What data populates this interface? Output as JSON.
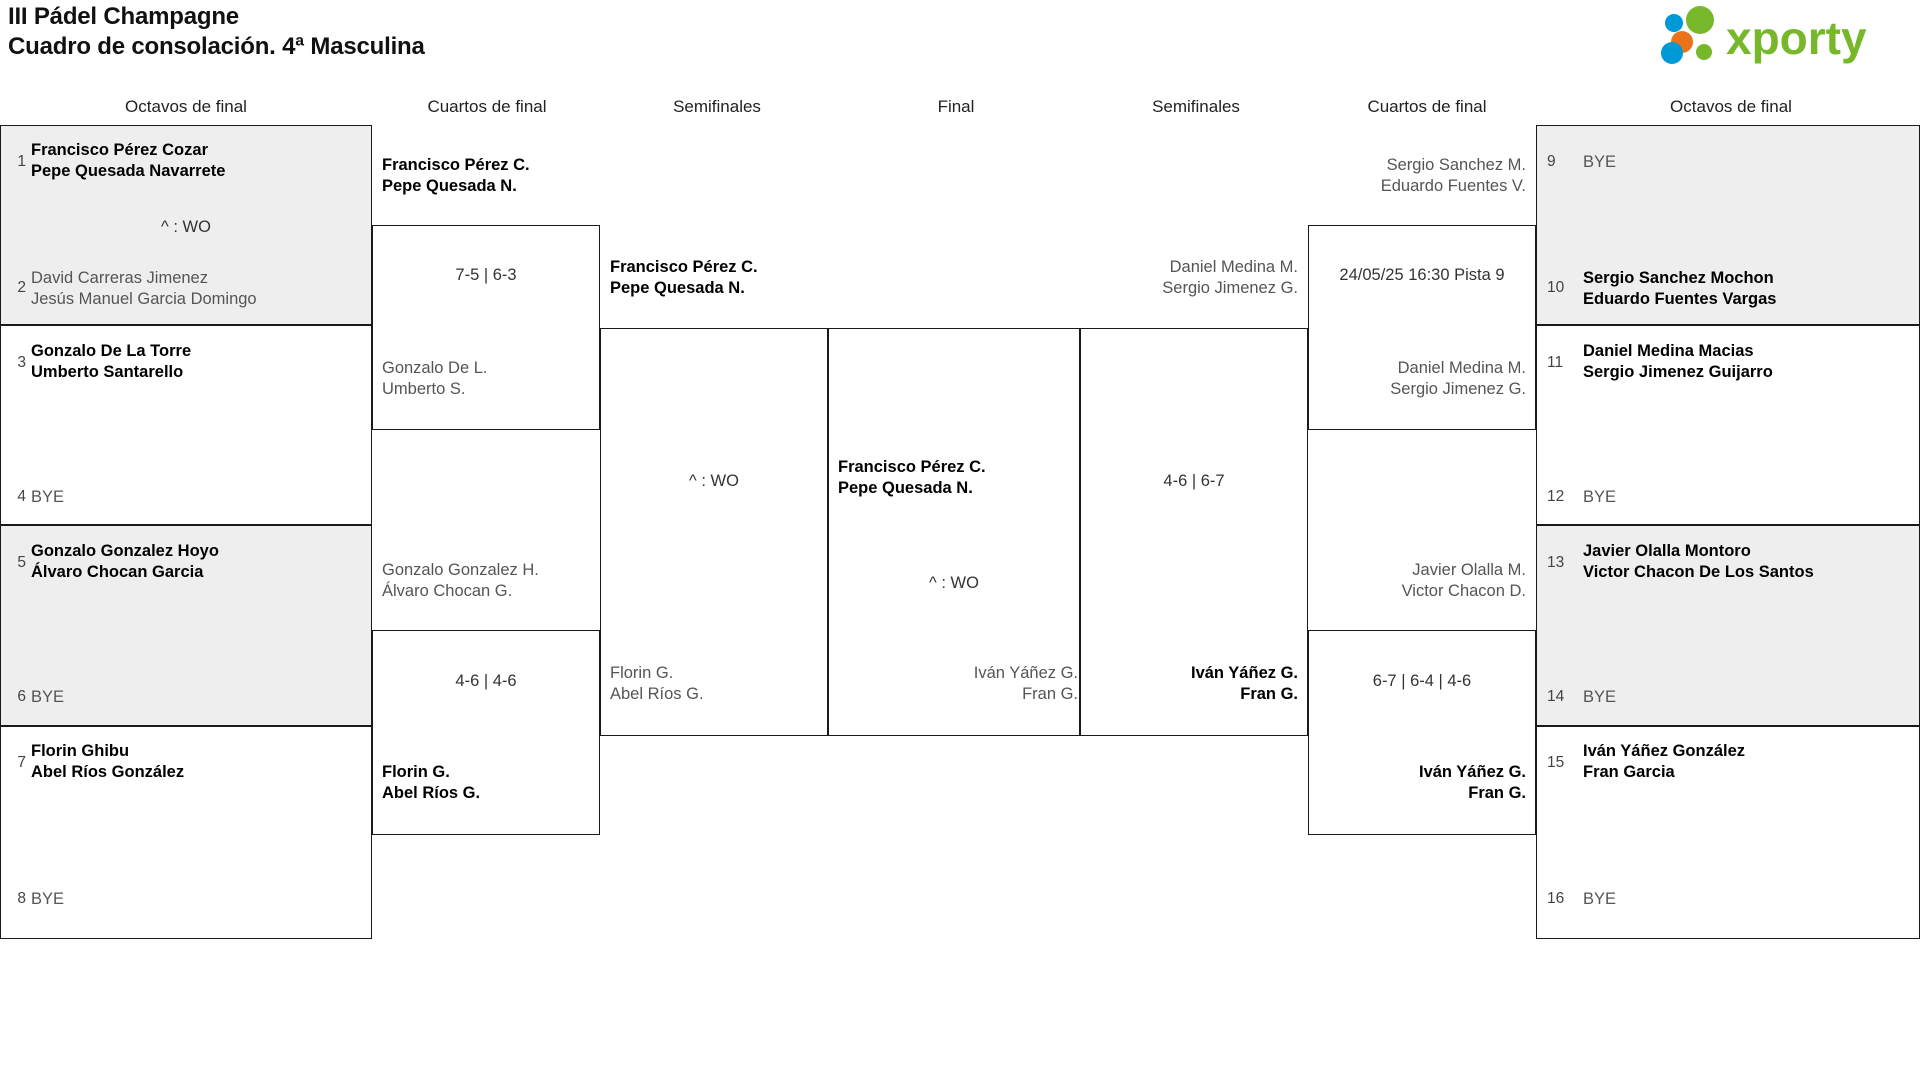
{
  "header": {
    "title_line1": "III Pádel Champagne",
    "title_line2": "Cuadro de consolación. 4ª Masculina",
    "logo_text": "xporty",
    "logo_colors": {
      "green": "#76b82a",
      "blue": "#0099d8",
      "orange": "#e8731a"
    }
  },
  "round_labels": {
    "left_r16": "Octavos de final",
    "left_qf": "Cuartos de final",
    "left_sf": "Semifinales",
    "final": "Final",
    "right_sf": "Semifinales",
    "right_qf": "Cuartos de final",
    "right_r16": "Octavos de final"
  },
  "left_r16": [
    {
      "seed": "1",
      "line1": "Francisco Pérez Cozar",
      "line2": "Pepe Quesada Navarrete",
      "state": "win"
    },
    {
      "seed": "2",
      "line1": "David Carreras Jimenez",
      "line2": "Jesús Manuel Garcia Domingo",
      "state": "lose"
    },
    {
      "seed": "3",
      "line1": "Gonzalo De La Torre",
      "line2": "Umberto Santarello",
      "state": "win"
    },
    {
      "seed": "4",
      "line1": "BYE",
      "line2": "",
      "state": "bye"
    },
    {
      "seed": "5",
      "line1": "Gonzalo Gonzalez Hoyo",
      "line2": "Álvaro Chocan Garcia",
      "state": "win"
    },
    {
      "seed": "6",
      "line1": "BYE",
      "line2": "",
      "state": "bye"
    },
    {
      "seed": "7",
      "line1": "Florin Ghibu",
      "line2": "Abel Ríos González",
      "state": "win"
    },
    {
      "seed": "8",
      "line1": "BYE",
      "line2": "",
      "state": "bye"
    }
  ],
  "right_r16": [
    {
      "seed": "9",
      "line1": "BYE",
      "line2": "",
      "state": "bye"
    },
    {
      "seed": "10",
      "line1": "Sergio Sanchez Mochon",
      "line2": "Eduardo Fuentes Vargas",
      "state": "win"
    },
    {
      "seed": "11",
      "line1": "Daniel Medina Macias",
      "line2": "Sergio Jimenez Guijarro",
      "state": "win"
    },
    {
      "seed": "12",
      "line1": "BYE",
      "line2": "",
      "state": "bye"
    },
    {
      "seed": "13",
      "line1": "Javier Olalla Montoro",
      "line2": "Victor Chacon De Los Santos",
      "state": "win"
    },
    {
      "seed": "14",
      "line1": "BYE",
      "line2": "",
      "state": "bye"
    },
    {
      "seed": "15",
      "line1": "Iván Yáñez González",
      "line2": "Fran Garcia",
      "state": "win"
    },
    {
      "seed": "16",
      "line1": "BYE",
      "line2": "",
      "state": "bye"
    }
  ],
  "left_r16_results": {
    "match1_score": "^ : WO"
  },
  "left_qf": [
    {
      "line1": "Francisco Pérez C.",
      "line2": "Pepe Quesada N.",
      "state": "win"
    },
    {
      "line1": "Gonzalo De L.",
      "line2": "Umberto S.",
      "state": "lose"
    },
    {
      "line1": "Gonzalo Gonzalez H.",
      "line2": "Álvaro Chocan G.",
      "state": "lose"
    },
    {
      "line1": "Florin G.",
      "line2": "Abel Ríos G.",
      "state": "win"
    }
  ],
  "left_qf_scores": {
    "top": "7-5 | 6-3",
    "bottom": "4-6 | 4-6"
  },
  "left_sf": [
    {
      "line1": "Francisco Pérez C.",
      "line2": "Pepe Quesada N.",
      "state": "win"
    },
    {
      "line1": "Florin G.",
      "line2": "Abel Ríos G.",
      "state": "lose"
    }
  ],
  "left_sf_score": "^ : WO",
  "final": {
    "winner_line1": "Francisco Pérez C.",
    "winner_line2": "Pepe Quesada N.",
    "score": "^ : WO"
  },
  "right_sf": [
    {
      "line1": "Daniel Medina M.",
      "line2": "Sergio Jimenez G.",
      "state": "lose"
    },
    {
      "line1": "Iván Yáñez G.",
      "line2": "Fran G.",
      "state": "win"
    }
  ],
  "right_sf_score": "4-6 | 6-7",
  "final_left_runner": {
    "line1": "Iván Yáñez G.",
    "line2": "Fran G.",
    "state": "lose"
  },
  "right_qf": [
    {
      "line1": "Sergio Sanchez M.",
      "line2": "Eduardo Fuentes V.",
      "state": "lose"
    },
    {
      "line1": "Daniel Medina M.",
      "line2": "Sergio Jimenez G.",
      "state": "win"
    },
    {
      "line1": "Javier Olalla M.",
      "line2": "Victor Chacon D.",
      "state": "lose"
    },
    {
      "line1": "Iván Yáñez G.",
      "line2": "Fran G.",
      "state": "win"
    }
  ],
  "right_qf_scores": {
    "top": "24/05/25 16:30 Pista 9",
    "bottom": "6-7 | 6-4 | 4-6"
  }
}
